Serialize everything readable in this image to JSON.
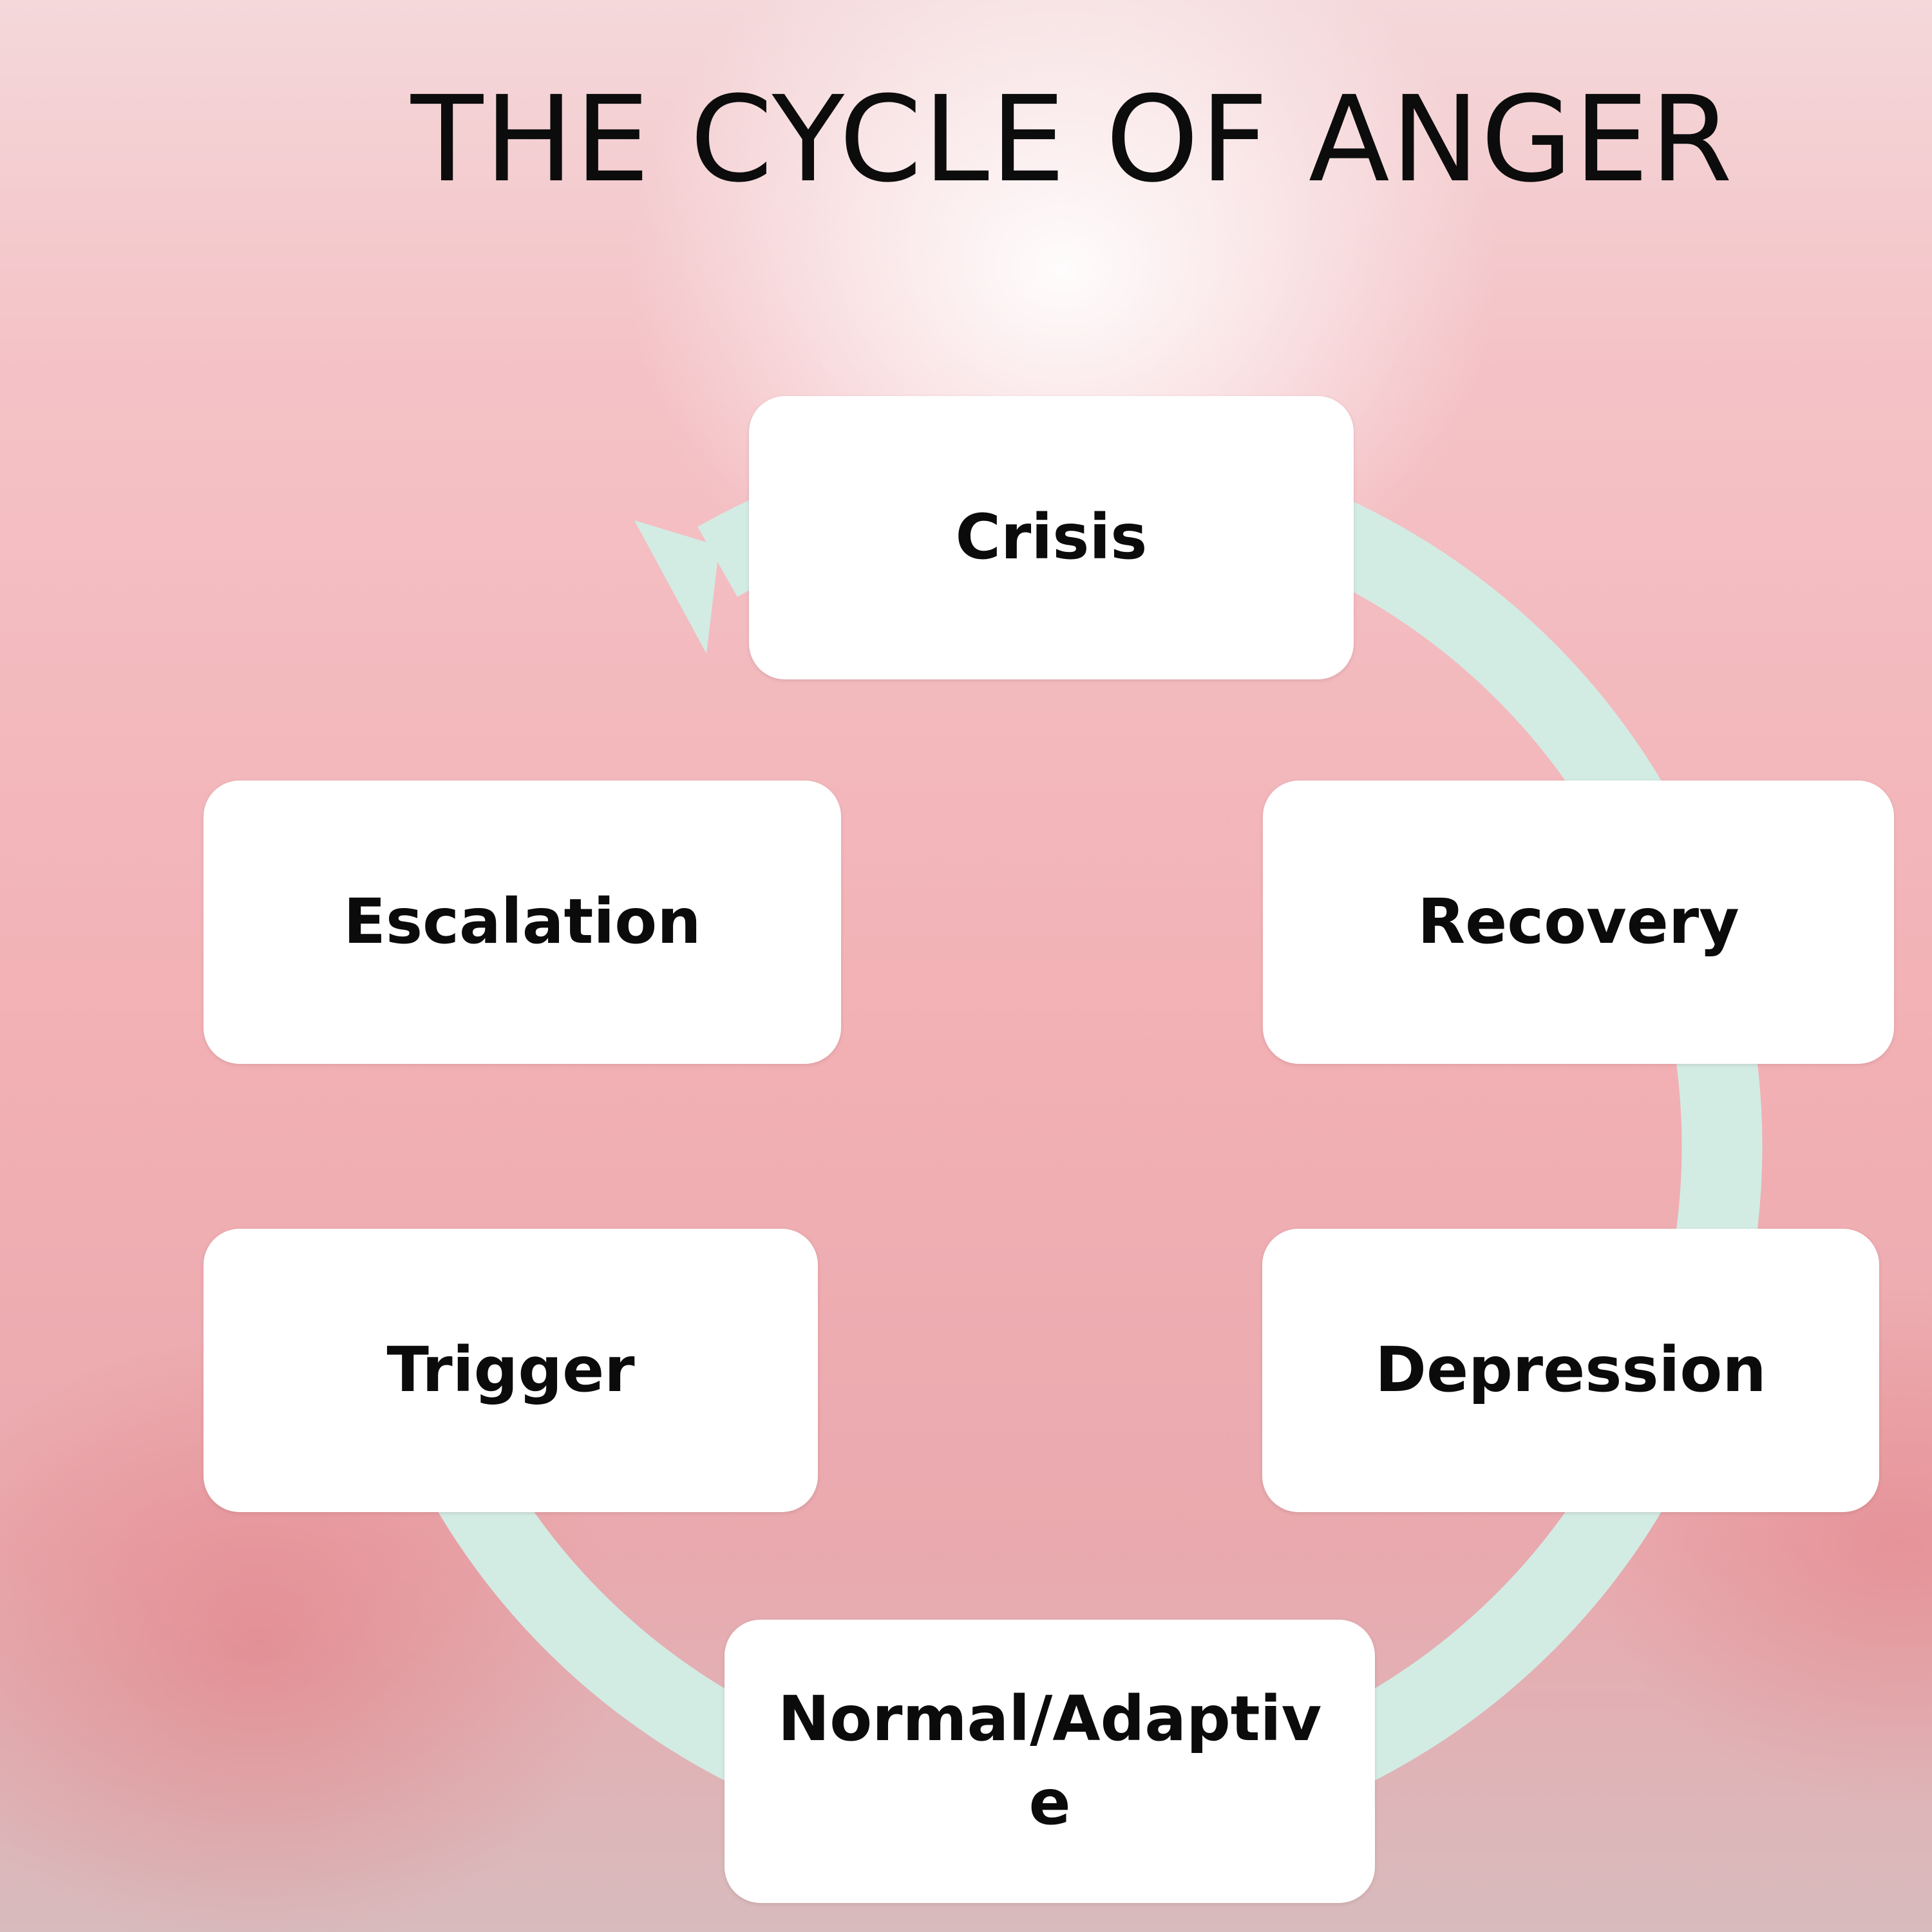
{
  "title": "THE CYCLE OF ANGER",
  "cycle": {
    "ring_color": "#d2ece4",
    "node_color": "#ffffff",
    "nodes": [
      {
        "label": "Crisis"
      },
      {
        "label": "Recovery"
      },
      {
        "label": "Depression"
      },
      {
        "label": "Normal/Adaptive"
      },
      {
        "label": "Trigger"
      },
      {
        "label": "Escalation"
      }
    ]
  }
}
